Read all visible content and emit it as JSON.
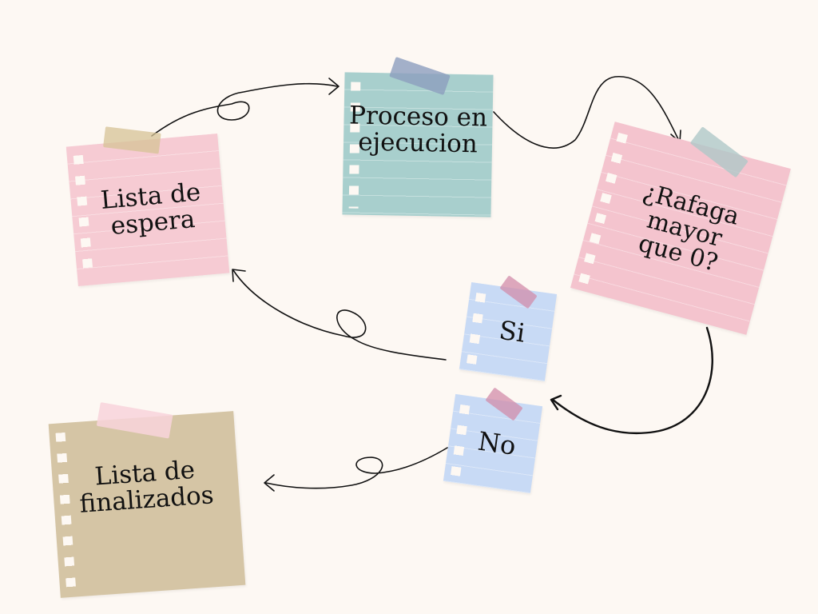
{
  "colors": {
    "background": "#fdf8f3",
    "pink": "#f6cbd3",
    "teal": "#a8cfcd",
    "blue": "#c8daf5",
    "khaki": "#d5c5a5",
    "arrow": "#111111"
  },
  "nodes": {
    "waiting_list": "Lista de espera",
    "running_process": "Proceso en ejecucion",
    "burst_question": "¿Rafaga mayor que 0?",
    "answer_yes": "Si",
    "answer_no": "No",
    "finished_list": "Lista de finalizados"
  }
}
